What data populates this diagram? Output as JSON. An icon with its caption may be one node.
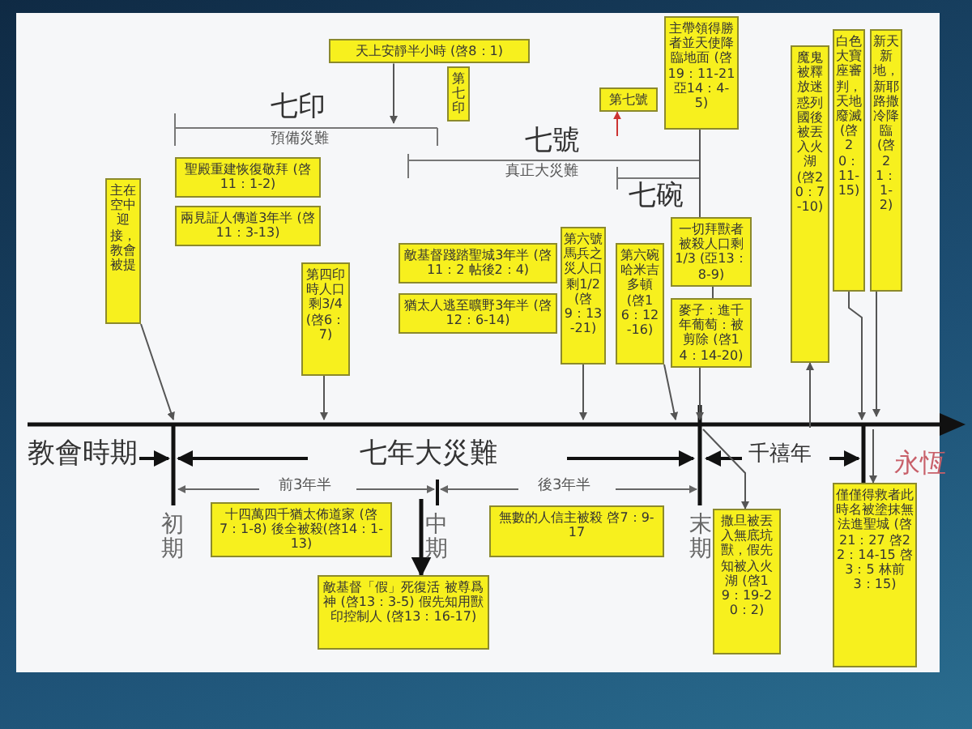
{
  "diagram": {
    "nodes": [
      {
        "text": [
          "主在空中迎接，教會被提"
        ]
      },
      {
        "text": [
          "天上安靜半小時 (啓8：1)"
        ]
      },
      {
        "text": [
          "第七印"
        ]
      },
      {
        "text": [
          "聖殿重建恢復敬拜 (啓11：1-2)"
        ]
      },
      {
        "text": [
          "兩見証人傳道3年半 (啓11：3-13)"
        ]
      },
      {
        "text": [
          "第四印時人口剩3/4 (啓6：7)"
        ]
      },
      {
        "text": [
          "敵基督踐踏聖城3年半 (啓11：2 帖後2：4)"
        ]
      },
      {
        "text": [
          "猶太人逃至曠野3年半 (啓12：6-14)"
        ]
      },
      {
        "text": [
          "第六號馬兵之災人口剩1/2 (啓9：13-21)"
        ]
      },
      {
        "text": [
          "第七號"
        ]
      },
      {
        "text": [
          "第六碗哈米吉多頓 (啓16：12-16)"
        ]
      },
      {
        "text": [
          "主帶領得勝者並天使降臨地面 (啓19：11-21 亞14：4-5)"
        ]
      },
      {
        "text": [
          "一切拜獸者被殺人口剩1/3 (亞13：8-9)"
        ]
      },
      {
        "text": [
          "麥子：進千年葡萄：被剪除 (啓14：14-20)"
        ]
      },
      {
        "text": [
          "魔鬼被釋放迷惑列國後被丟入火湖 (啓20：7-10)"
        ]
      },
      {
        "text": [
          "白色大寶座審判，天地廢滅 (啓20：11-15)"
        ]
      },
      {
        "text": [
          "新天新地，新耶路撒冷降臨 (啓21：1-2)"
        ]
      },
      {
        "text": [
          "十四萬四千猶太佈道家 (啓7：1-8) 後全被殺(啓14：1-13)"
        ]
      },
      {
        "text": [
          "敵基督「假」死復活 被尊爲神 (啓13：3-5) 假先知用獸印控制人 (啓13：16-17)"
        ]
      },
      {
        "text": [
          "無數的人信主被殺 啓7：9-17"
        ]
      },
      {
        "text": [
          "撒旦被丟入無底坑獸，假先知被入火湖 (啓19：19-20：2)"
        ]
      },
      {
        "text": [
          "僅僅得救者此時名被塗抹無法進聖城 (啓21：27 啓22：14-15 啓3：5 林前3：15)"
        ]
      }
    ],
    "edges": [
      {
        "from": 0,
        "to": null,
        "arrow": "to"
      },
      {
        "from": 1,
        "to": null,
        "arrow": "to"
      },
      {
        "from": 5,
        "to": null,
        "arrow": "to"
      },
      {
        "from": 8,
        "to": null,
        "arrow": "to"
      },
      {
        "from": null,
        "to": 9,
        "arrow": "to",
        "color": "#cc3333"
      },
      {
        "from": 10,
        "to": null,
        "arrow": "to"
      },
      {
        "from": 11,
        "to": 12,
        "arrow": "none"
      },
      {
        "from": 12,
        "to": 13,
        "arrow": "none"
      },
      {
        "from": 13,
        "to": null,
        "arrow": "to"
      },
      {
        "from": null,
        "to": 14,
        "arrow": "to"
      },
      {
        "from": 15,
        "to": null,
        "arrow": "to"
      },
      {
        "from": 16,
        "to": null,
        "arrow": "to"
      },
      {
        "from": null,
        "to": 18,
        "arrow": "to",
        "style": "thick"
      },
      {
        "from": null,
        "to": 20,
        "arrow": "to"
      },
      {
        "from": null,
        "to": 21,
        "arrow": "to"
      }
    ],
    "labels": [
      "七印",
      "預備災難",
      "七號",
      "真正大災難",
      "七碗",
      "教會時期",
      "七年大災難",
      "千禧年",
      "永恆",
      "前3年半",
      "後3年半",
      "初期",
      "中期",
      "末期"
    ]
  }
}
